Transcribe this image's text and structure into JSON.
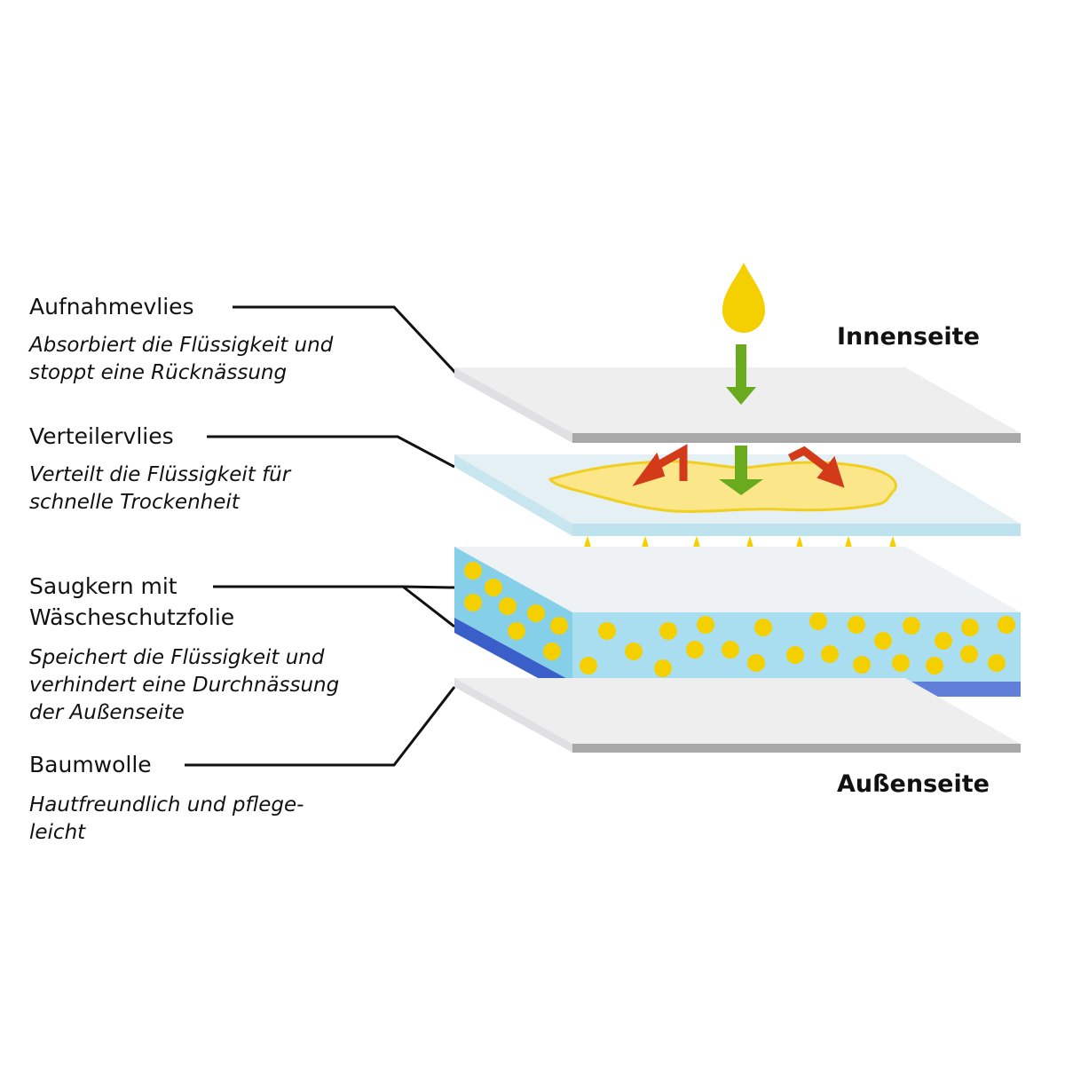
{
  "layers": [
    {
      "name": "Aufnahmevlies",
      "description": [
        "Absorbiert die Flüssigkeit und",
        "stoppt eine Rücknässung"
      ]
    },
    {
      "name": "Verteilervlies",
      "description": [
        "Verteilt die Flüssigkeit für",
        "schnelle Trockenheit"
      ]
    },
    {
      "name": [
        "Saugkern mit",
        "Wäscheschutzfolie"
      ],
      "description": [
        "Speichert die Flüssigkeit und",
        "verhindert eine Durchnässung",
        "der Außenseite"
      ]
    },
    {
      "name": "Baumwolle",
      "description": [
        "Hautfreundlich und pflege-",
        "leicht"
      ]
    }
  ],
  "sides": {
    "inner": "Innenseite",
    "outer": "Außenseite"
  },
  "colors": {
    "liquid": "#f5d000",
    "arrow_down": "#6aaa1e",
    "arrow_spread": "#d23a1a",
    "sheet_top": "#eeeeef",
    "sheet_edge": "#a8a8a8",
    "distributor_top": "#e4f0f4",
    "core_blue": "#8ed3ec",
    "film_blue": "#4a6fd0",
    "leader_line": "#111111"
  }
}
